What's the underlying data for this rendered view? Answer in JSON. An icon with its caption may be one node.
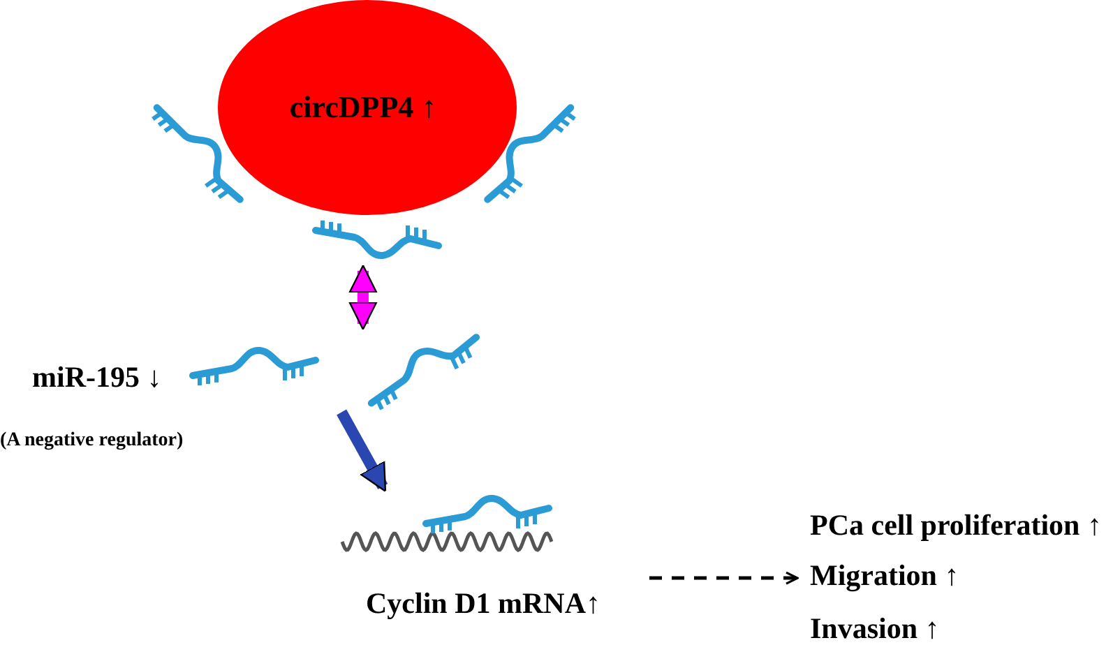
{
  "diagram": {
    "nodes": [
      {
        "text": [
          "circDPP4 ↑"
        ]
      },
      {
        "text": [],
        "shape": "picture"
      },
      {
        "text": [
          "Cyclin D1 mRNA↑"
        ]
      },
      {
        "text": [
          "PCa cell proliferation ↑",
          "Migration ↑",
          "Invasion ↑"
        ]
      }
    ],
    "edges": [
      {
        "from": 0,
        "to": 1,
        "arrow": "both",
        "color": "#ff00ff"
      },
      {
        "from": 1,
        "to": 2,
        "arrow": "to",
        "color": "#2a46b0"
      },
      {
        "from": 2,
        "to": 3,
        "arrow": "to",
        "style": "dashed",
        "color": "#000000"
      }
    ],
    "labels": [
      "miR-195 ↓",
      "(A  negative regulator)"
    ]
  }
}
